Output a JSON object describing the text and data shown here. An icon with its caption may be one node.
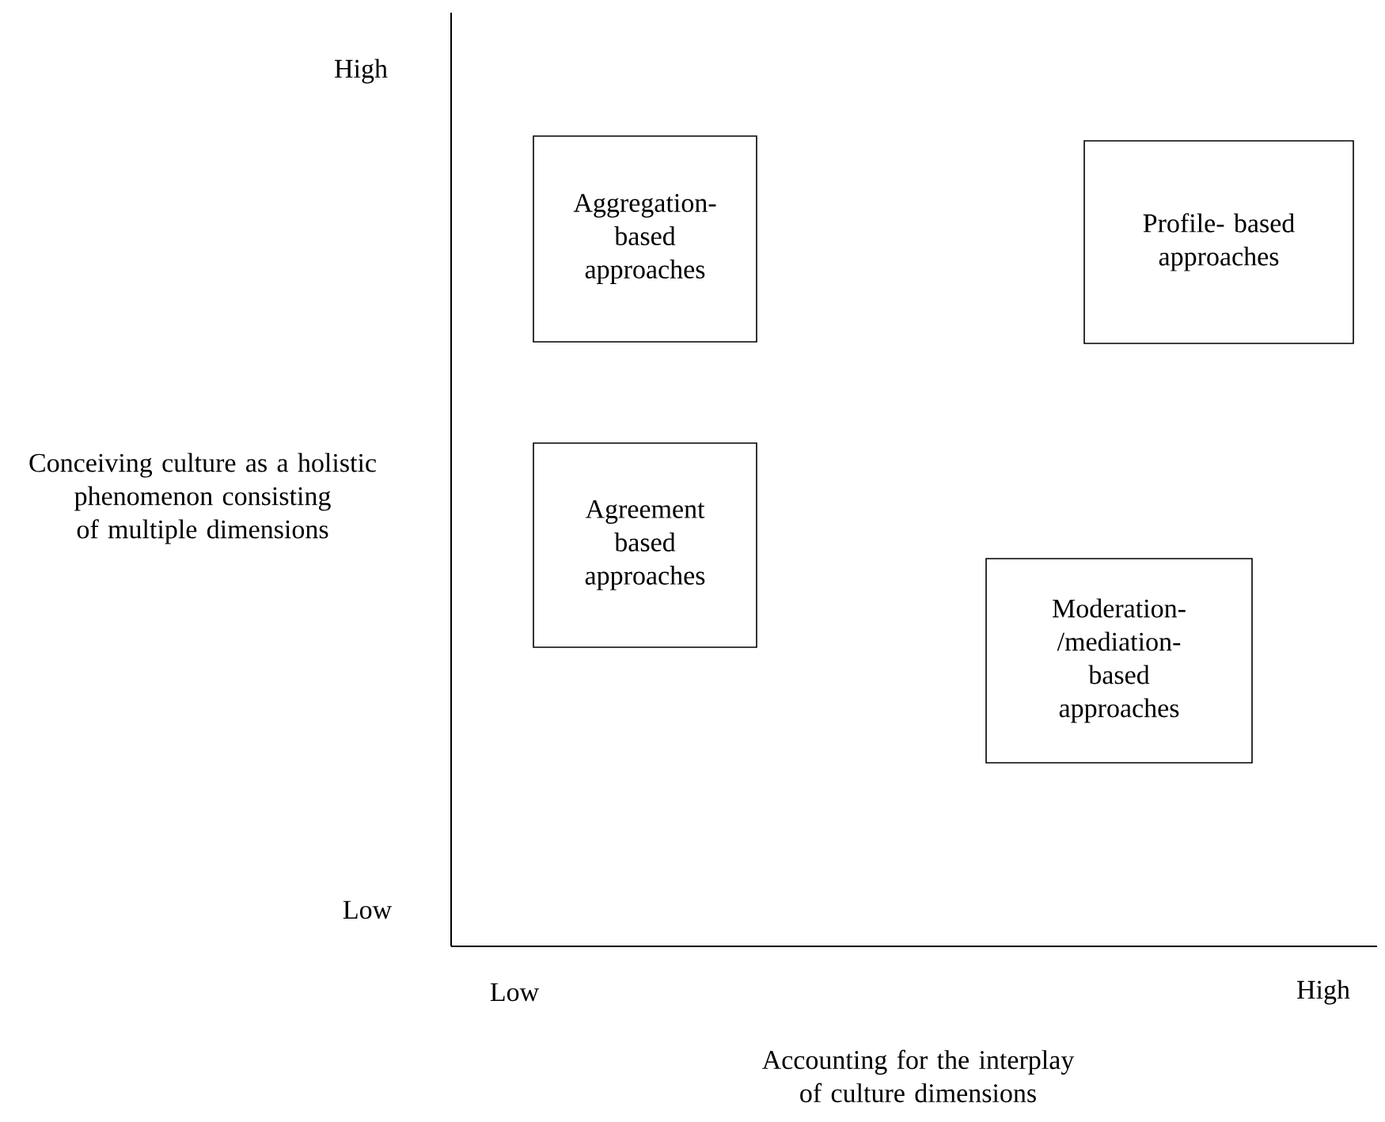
{
  "diagram": {
    "nodes": [
      {
        "text": [
          "Aggregation- based approaches"
        ]
      },
      {
        "text": [
          "Profile- based approaches"
        ]
      },
      {
        "text": [
          "Agreement based approaches"
        ]
      },
      {
        "text": [
          "Moderation- /mediation- based approaches"
        ]
      }
    ],
    "labels": [
      "High",
      "Conceiving culture as a holistic phenomenon consisting of multiple dimensions",
      "Low",
      "Low",
      "High",
      "Accounting for the interplay of culture dimensions"
    ]
  }
}
